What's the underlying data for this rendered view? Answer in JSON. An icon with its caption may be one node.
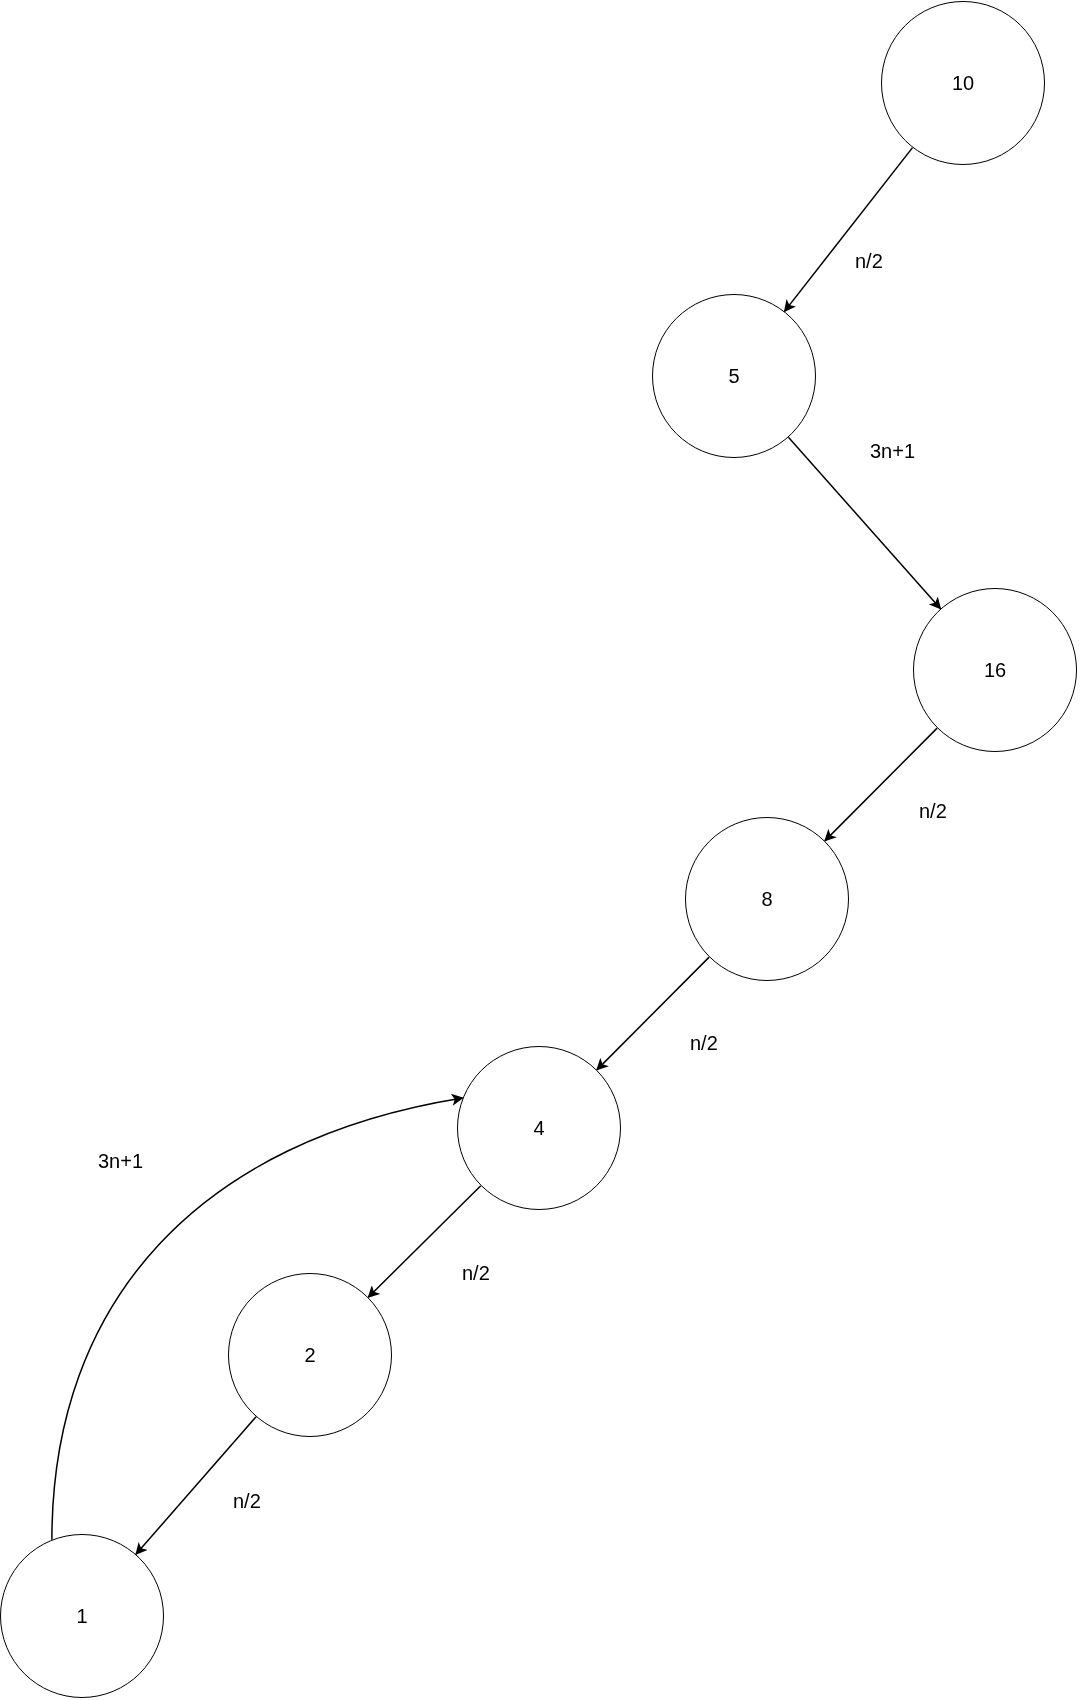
{
  "diagram": {
    "nodes": [
      {
        "text": [
          "10"
        ]
      },
      {
        "text": [
          "5"
        ]
      },
      {
        "text": [
          "16"
        ]
      },
      {
        "text": [
          "8"
        ]
      },
      {
        "text": [
          "4"
        ]
      },
      {
        "text": [
          "2"
        ]
      },
      {
        "text": [
          "1"
        ]
      }
    ],
    "edges": [
      {
        "from": 0,
        "to": 1,
        "arrow": "to",
        "label": "n/2"
      },
      {
        "from": 1,
        "to": 2,
        "arrow": "to",
        "label": "3n+1"
      },
      {
        "from": 2,
        "to": 3,
        "arrow": "to",
        "label": "n/2"
      },
      {
        "from": 3,
        "to": 4,
        "arrow": "to",
        "label": "n/2"
      },
      {
        "from": 6,
        "to": 4,
        "arrow": "to",
        "label": "3n+1"
      },
      {
        "from": 4,
        "to": 5,
        "arrow": "to",
        "label": "n/2"
      },
      {
        "from": 5,
        "to": 6,
        "arrow": "to",
        "label": "n/2"
      }
    ]
  }
}
